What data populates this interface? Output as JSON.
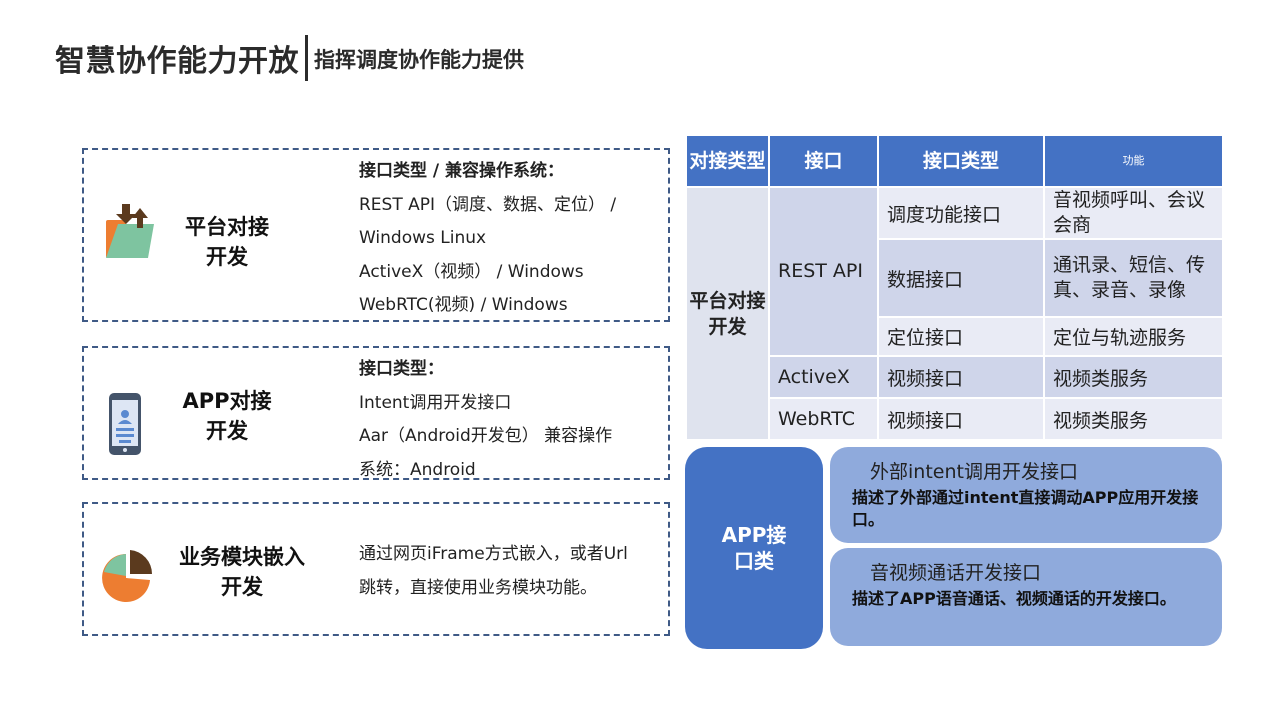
{
  "title": {
    "main": "智慧协作能力开放",
    "sub": "指挥调度协作能力提供"
  },
  "left": {
    "platform": {
      "title_l1": "平台对接",
      "title_l2": "开发",
      "lines": [
        "接口类型 / 兼容操作系统：",
        "REST API（调度、数据、定位） /",
        "Windows  Linux",
        "ActiveX（视频） /  Windows",
        "WebRTC(视频) /  Windows"
      ],
      "icon": "folder-download-icon"
    },
    "app": {
      "title_l1": "APP对接",
      "title_l2": "开发",
      "lines": [
        "接口类型：",
        "Intent调用开发接口",
        "Aar（Android开发包） 兼容操作",
        "系统：Android"
      ],
      "icon": "mobile-phone-icon"
    },
    "module": {
      "title_l1": "业务模块嵌入",
      "title_l2": "开发",
      "lines": [
        "通过网页iFrame方式嵌入，或者Url",
        "跳转，直接使用业务模块功能。"
      ],
      "icon": "pie-chart-icon"
    }
  },
  "table": {
    "headers": [
      "对接类型",
      "接口",
      "接口类型",
      "功能"
    ],
    "group": "平台对接开发",
    "rest_api": "REST API",
    "rows": [
      {
        "type": "调度功能接口",
        "func": "音视频呼叫、会议会商"
      },
      {
        "type": "数据接口",
        "func": "通讯录、短信、传真、录音、录像"
      },
      {
        "type": "定位接口",
        "func": "定位与轨迹服务"
      },
      {
        "iface": "ActiveX",
        "type": "视频接口",
        "func": "视频类服务"
      },
      {
        "iface": "WebRTC",
        "type": "视频接口",
        "func": "视频类服务"
      }
    ]
  },
  "app_interface": {
    "category": "APP接口类",
    "cards": [
      {
        "title": "外部intent调用开发接口",
        "desc": "描述了外部通过intent直接调动APP应用开发接口。"
      },
      {
        "title": "音视频通话开发接口",
        "desc": "描述了APP语音通话、视频通话的开发接口。"
      }
    ]
  },
  "colors": {
    "header_blue": "#4472c4",
    "card_blue": "#8faadc",
    "orange": "#ed7d31",
    "green": "#7ec4a0",
    "brown": "#5b3a1e"
  }
}
